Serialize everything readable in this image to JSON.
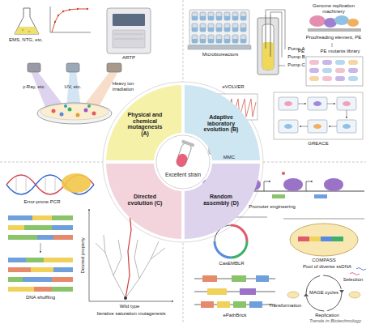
{
  "diagram": {
    "nodes": [
      {
        "text": [
          "Physical and chemical mutagenesis (A)"
        ]
      },
      {
        "text": [
          "Adaptive laboratory evolution (B)"
        ]
      },
      {
        "text": [
          "Excellent strain"
        ]
      },
      {
        "text": [
          "Directed evolution (C)"
        ]
      },
      {
        "text": [
          "Random assembly (D)"
        ]
      }
    ],
    "labels": [
      "EMS, NTG, etc.",
      "ARTP",
      "γ-Ray, etc.",
      "UV, etc.",
      "Heavy ion irradiation",
      "Microbioreactors",
      "eVOLVER",
      "Pump A",
      "Pump B",
      "Pump C",
      "Genome replication machinery",
      "Proofreading element, PE",
      "PE",
      "PE mutants library",
      "MMC",
      "GREACE",
      "Error-prone PCR",
      "DNA shuffling",
      "Desired property",
      "Wild type",
      "Iterative saturation mutagenesis",
      "Promoter engineering",
      "CasEMBLR",
      "COMPASS",
      "ePathBrick",
      "Pool of diverse ssDNA",
      "Transformation",
      "MAGE cycles",
      "Selection",
      "Replication",
      "Trends in Biotechnology"
    ]
  }
}
